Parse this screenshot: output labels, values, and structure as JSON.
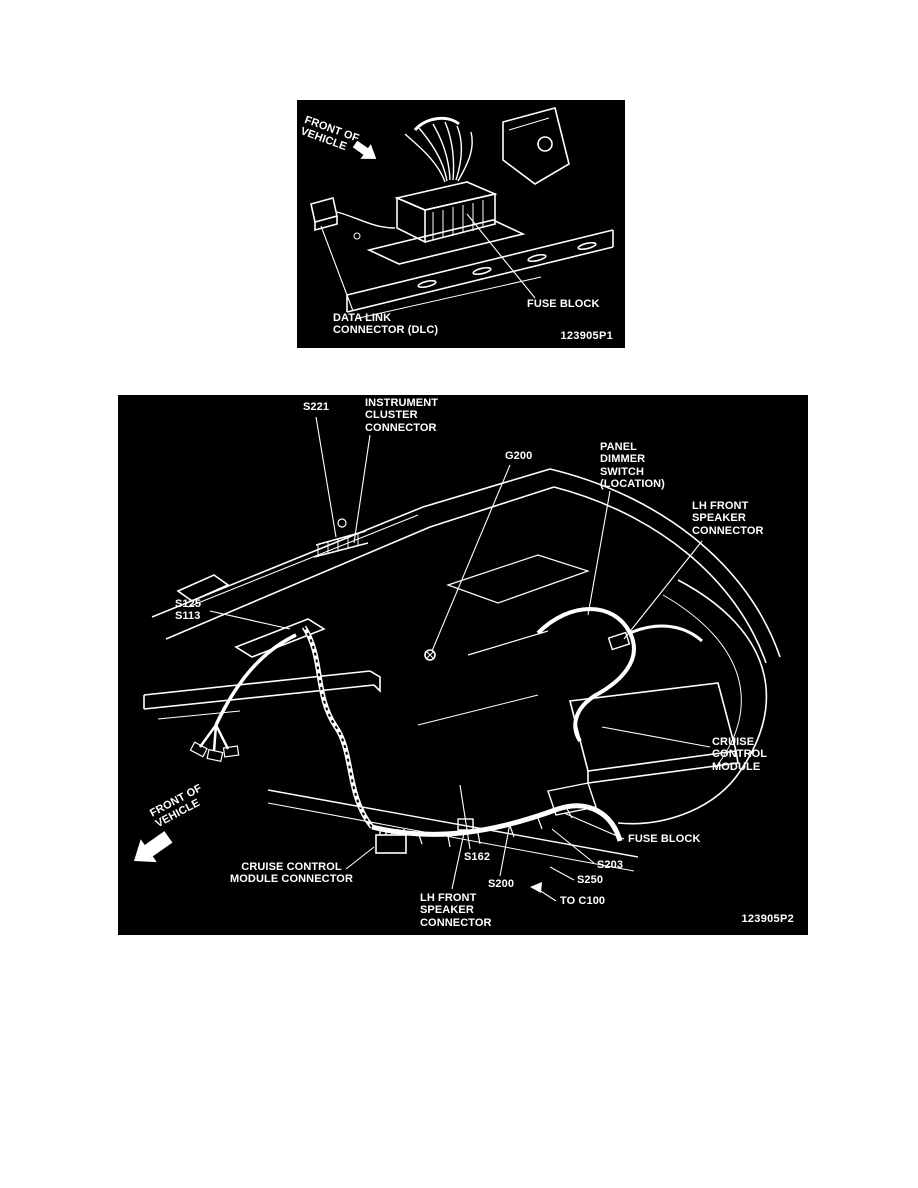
{
  "colors": {
    "page_bg": "#ffffff",
    "panel_bg": "#000000",
    "ink": "#ffffff"
  },
  "figure1": {
    "figure_id": "123905P1",
    "labels": {
      "front_of_vehicle": "FRONT OF\nVEHICLE",
      "fuse_block": "FUSE BLOCK",
      "data_link_connector": "DATA LINK\nCONNECTOR (DLC)"
    }
  },
  "figure2": {
    "figure_id": "123905P2",
    "labels": {
      "s221": "S221",
      "instrument_cluster_connector": "INSTRUMENT\nCLUSTER\nCONNECTOR",
      "g200": "G200",
      "panel_dimmer_switch": "PANEL\nDIMMER\nSWITCH\n(LOCATION)",
      "lh_front_speaker_connector_upper": "LH FRONT\nSPEAKER\nCONNECTOR",
      "s125_s113": "S125\nS113",
      "cruise_control_module": "CRUISE\nCONTROL\nMODULE",
      "front_of_vehicle": "FRONT OF\nVEHICLE",
      "cruise_control_module_connector": "CRUISE CONTROL\nMODULE CONNECTOR",
      "s162": "S162",
      "s200": "S200",
      "s250": "S250",
      "s203": "S203",
      "fuse_block": "FUSE BLOCK",
      "to_c100": "TO C100",
      "lh_front_speaker_connector_lower": "LH FRONT\nSPEAKER\nCONNECTOR"
    }
  }
}
